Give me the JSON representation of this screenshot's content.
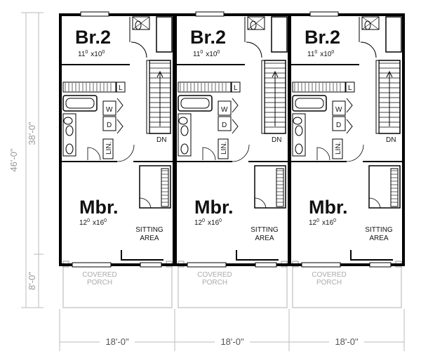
{
  "overall_dims": {
    "total_depth": "46'-0\"",
    "house_depth": "38'-0\"",
    "porch_depth": "8'-0\""
  },
  "units": [
    {
      "bedroom2": {
        "name": "Br.2",
        "w": "11",
        "wi": "0",
        "x": "x",
        "d": "10",
        "di": "0"
      },
      "master": {
        "name": "Mbr.",
        "w": "12",
        "wi": "0",
        "x": "x",
        "d": "16",
        "di": "0"
      },
      "sitting": [
        "SITTING",
        "AREA"
      ],
      "porch": [
        "COVERED",
        "PORCH"
      ],
      "stair": "DN",
      "linen": "LIN.",
      "closet": "L",
      "washer": "W",
      "dryer": "D",
      "width": "18'-0\""
    },
    {
      "bedroom2": {
        "name": "Br.2",
        "w": "11",
        "wi": "0",
        "x": "x",
        "d": "10",
        "di": "0"
      },
      "master": {
        "name": "Mbr.",
        "w": "12",
        "wi": "0",
        "x": "x",
        "d": "16",
        "di": "0"
      },
      "sitting": [
        "SITTING",
        "AREA"
      ],
      "porch": [
        "COVERED",
        "PORCH"
      ],
      "stair": "DN",
      "linen": "LIN.",
      "closet": "L",
      "washer": "W",
      "dryer": "D",
      "width": "18'-0\""
    },
    {
      "bedroom2": {
        "name": "Br.2",
        "w": "11",
        "wi": "0",
        "x": "x",
        "d": "10",
        "di": "0"
      },
      "master": {
        "name": "Mbr.",
        "w": "12",
        "wi": "0",
        "x": "x",
        "d": "16",
        "di": "0"
      },
      "sitting": [
        "SITTING",
        "AREA"
      ],
      "porch": [
        "COVERED",
        "PORCH"
      ],
      "stair": "DN",
      "linen": "LIN.",
      "closet": "L",
      "washer": "W",
      "dryer": "D",
      "width": "18'-0\""
    }
  ]
}
